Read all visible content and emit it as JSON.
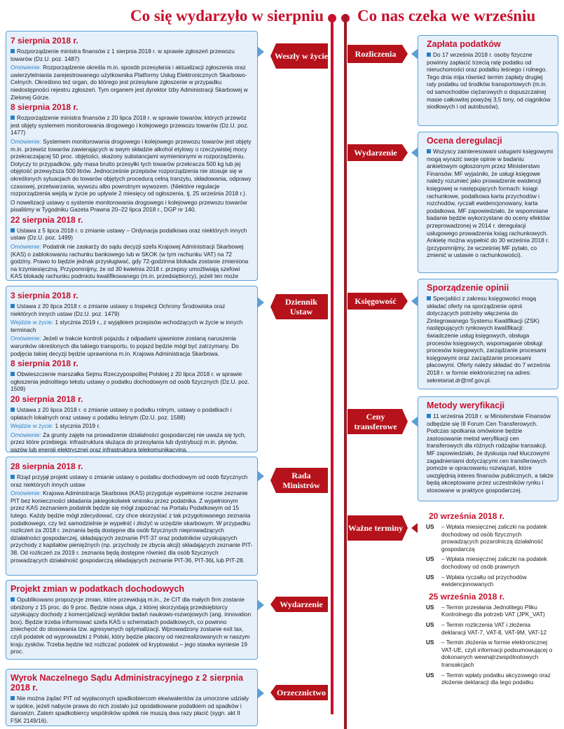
{
  "header": {
    "left_title": "Co się wydarzyło w sierpniu",
    "right_title": "Co nas czeka we wrześniu"
  },
  "labels": {
    "weszly": "Weszły w życie",
    "dziennik": "Dziennik Ustaw",
    "rada": "Rada Ministrów",
    "wydarzenie_l": "Wydarzenie",
    "orzecznictwo": "Orzecznictwo",
    "rozliczenia": "Rozliczenia",
    "wydarzenie_r": "Wydarzenie",
    "ksiegowosc": "Księgowość",
    "ceny": "Ceny transferowe",
    "wazne": "Ważne terminy"
  },
  "left": {
    "b1": {
      "d1": "7 sierpnia 2018 r.",
      "d1_p1": "Rozporządzenie ministra finansów z 1 sierpnia 2018 r. w sprawie zgłoszeń przewozu towarów (Dz.U. poz. 1487)",
      "d1_p2_tag": "Omówienie:",
      "d1_p2": "Rozporządzenie określa m.in. sposób przesyłania i aktualizacji zgłoszenia oraz uwierzytelniania zarejestrowanego użytkownika Platformy Usług Elektronicznych Skarbowo-Celnych. Określono też organ, do którego jest przesyłane zgłoszenie w przypadku niedostępności rejestru zgłoszeń. Tym organem jest dyrektor Izby Administracji Skarbowej w Zielonej Górze.",
      "d2": "8 sierpnia 2018 r.",
      "d2_p1": "Rozporządzenie ministra finansów z 20 lipca 2018 r. w sprawie towarów, których przewóz jest objęty systemem monitorowania drogowego i kolejowego przewozu towarów (Dz.U. poz. 1477)",
      "d2_p2_tag": "Omówienie:",
      "d2_p2": "Systemem monitorowania drogowego i kolejowego przewozu towarów jest objęty m.in. przewóz towarów zawierających w swym składzie alkohol etylowy o rzeczywistej mocy przekraczającej 50 proc. objętości, skażony substancjami wymienionymi w rozporządzeniu. Dotyczy to przypadków, gdy masa brutto przesyłki tych towarów przekracza 500 kg lub jej objętość przewyższa 500 litrów. Jednocześnie przepisów rozporządzenia nie stosuje się w określonych sytuacjach do towarów objętych procedurą celną tranzytu, składowania, odprawy czasowej, przetwarzania, wywozu albo powrotnym wywozem. (Niektóre regulacje rozporządzenia wejdą w życie po upływie 2 miesięcy od ogłoszenia, tj. 25 września 2018 r.).",
      "d2_p3": "O nowelizacji ustawy o systemie monitorowania drogowego i kolejowego przewozu towarów pisaliśmy w Tygodniku Gazeta Prawna 20–22 lipca 2018 r., DGP nr 140.",
      "d3": "22 sierpnia 2018 r.",
      "d3_p1": "Ustawa z 5 lipca 2018 r. o zmianie ustawy – Ordynacja podatkowa oraz niektórych innych ustaw (Dz.U. poz. 1499)",
      "d3_p2_tag": "Omówienie:",
      "d3_p2": "Podatnik nie zaskarży do sądu decyzji szefa Krajowej Administracji Skarbowej (KAS) o zablokowaniu rachunku bankowego lub w SKOK (w tym rachunku VAT) na 72 godziny. Prawo to będzie jednak przysługiwać, gdy 72-godzinna blokada zostanie zmieniona na trzymiesięczną. Przypomnijmy, że od 30 kwietnia 2018 r. przepisy umożliwiają szefowi KAS blokadę rachunku podmiotu kwalifikowanego (m.in. przedsiębiorcy), jeżeli ten może wykorzystywać banki lub SKOK-i do wyłudzeń skarbowych."
    },
    "b2": {
      "d1": "3 sierpnia 2018 r.",
      "d1_p1": "Ustawa z 20 lipca 2018 r. o zmianie ustawy o Inspekcji Ochrony Środowiska oraz niektórych innych ustaw (Dz.U. poz. 1479)",
      "d1_p2_tag": "Wejdzie w życie:",
      "d1_p2": "1 stycznia 2019 r., z wyjątkiem przepisów wchodzących w życie w innych terminach",
      "d1_p3_tag": "Omówienie:",
      "d1_p3": "Jeżeli w trakcie kontroli pojazdu z odpadami ujawnione zostaną naruszenia warunków określonych dla takiego transportu, to pojazd będzie mógł być zatrzymany. Do podjęcia takiej decyzji będzie uprawniona m.in. Krajowa Administracja Skarbowa.",
      "d2": "8 sierpnia 2018 r.",
      "d2_p1": "Obwieszczenie marszałka Sejmu Rzeczypospolitej Polskiej z 20 lipca 2018 r. w sprawie ogłoszenia jednolitego tekstu ustawy o podatku dochodowym od osób fizycznych (Dz.U. poz. 1509)",
      "d3": "20 sierpnia 2018 r.",
      "d3_p1": "Ustawa z 20 lipca 2018 r. o zmianie ustawy o podatku rolnym, ustawy o podatkach i opłatach lokalnych oraz ustawy o podatku leśnym (Dz.U. poz. 1588)",
      "d3_p2_tag": "Wejdzie w życie:",
      "d3_p2": "1 stycznia 2019 r.",
      "d3_p3_tag": "Omówienie:",
      "d3_p3": "Za grunty zajęte na prowadzenie działalności gospodarczej nie uważa się tych, przez które przebiega: infrastruktura służąca do przesyłania lub dystrybucji m.in. płynów, gazów lub energii elektrycznej oraz infrastruktura telekomunikacyjna."
    },
    "b3": {
      "d1": "28 sierpnia 2018 r.",
      "d1_p1": "Rząd przyjął projekt ustawy o zmianie ustawy o podatku dochodowym od osób fizycznych oraz niektórych innych ustaw",
      "d1_p2_tag": "Omówienie:",
      "d1_p2": "Krajowa Administracja Skarbowa (KAS) przygotuje wypełnione roczne zeznanie PIT bez konieczności składania jakiegokolwiek wniosku przez podatnika. Z wypełnionym przez KAS zeznaniem podatnik będzie się mógł zapoznać na Portalu Podatkowym od 15 lutego. Każdy będzie mógł zdecydować, czy chce skorzystać z tak przygotowanego zeznania podatkowego, czy też samodzielnie je wypełnić i złożyć w urzędzie skarbowym. W przypadku rozliczeń za 2018 r. zeznania będą dostępne dla osób fizycznych nieprowadzących działalności gospodarczej, składających zeznanie PIT-37 oraz podatników uzyskujących przychody z kapitałów pieniężnych (np. przychody ze zbycia akcji) składających zeznanie PIT-38. Od rozliczeń za 2019 r. zeznania będą dostępne również dla osób fizycznych prowadzących działalność gospodarczą składających zeznanie PIT-36, PIT-36L lub PIT-28."
    },
    "b4": {
      "title": "Projekt zmian w podatkach dochodowych",
      "p1": "Opublikowano propozycje zmian, które przewidują m.in., że CIT dla małych firm zostanie obniżony z 15 proc. do 9 proc. Będzie nowa ulga, z której skorzystają przedsiębiorcy uzyskujący dochody z komercjalizacji wyników badań naukowo-rozwojowych (ang. innovation box). Będzie trzeba informować szefa KAS o schematach podatkowych, co powinno zniechęcić do stosowania tzw. agresywnych optymalizacji. Wprowadzony zostanie exit tax, czyli podatek od wyprowadzki z Polski, który będzie płacony od niezrealizowanych w naszym kraju zysków. Trzeba będzie też rozliczać podatek od kryptowalut – jego stawka wyniesie 19 proc."
    },
    "b5": {
      "title": "Wyrok Naczelnego Sądu Administracyjnego z 2 sierpnia 2018 r.",
      "p1": "Nie można żądać PIT od wypłaconych spadkobiercom ekwiwalentów za umorzone udziały w spółce, jeżeli nabycie prawa do nich zostało już opodatkowane podatkiem od spadków i darowizn. Zatem spadkobiercy wspólników spółek nie muszą dwa razy płacić (sygn. akt II FSK 2149/16)."
    }
  },
  "right": {
    "r1": {
      "title": "Zapłata podatków",
      "p1": "Do 17 września 2018 r. osoby fizyczne powinny zapłacić trzecią ratę podatku od nieruchomości oraz podatku leśnego i rolnego. Tego dnia mija również termin zapłaty drugiej raty podatku od środków transportowych (m.in. od samochodów ciężarowych o dopuszczalnej masie całkowitej powyżej 3,5 tony, od ciągników siodłowych i od autobusów)."
    },
    "r2": {
      "title": "Ocena deregulacji",
      "p1": "Wszyscy zainteresowani usługami księgowymi mogą wyrazić swoje opinie w badaniu ankietowym ogłoszonym przez Ministerstwo Finansów. MF wyjaśniło, że usługi księgowe należy rozumieć jako prowadzenie ewidencji księgowej w następujących formach: ksiągi rachunkowe, podatkowa karta przychodów i rozchodów, ryczałt ewidencjonowany, karta podatkowa. MF zapowiedziało, że wspomniane badanie będzie wykorzystane do oceny efektów przeprowadzonej w 2014 r. deregulacji usługowego prowadzenia ksiąg rachunkowych. Ankietę można wypełnić do 30 września 2018 r. (przypomnijmy, że wcześniej MF pytało, co zmienić w ustawie o rachunkowości)."
    },
    "r3": {
      "title": "Sporządzenie opinii",
      "p1": "Specjaliści z zakresu księgowości mogą składać oferty na sporządzenie opinii dotyczących potrzeby włączenia do Zintegrowanego Systemu Kwalifikacji (ZSK) następujących rynkowych kwalifikacji: świadczenie usług księgowych, obsługa procesów księgowych, wspomaganie obsługi procesów księgowych, zarządzanie procesami księgowymi oraz zarządzanie procesami płacowymi. Oferty należy składać do 7 września 2018 r. w formie elektronicznej na adres: sekretariat.dr@mf.gov.pl."
    },
    "r4": {
      "title": "Metody weryfikacji",
      "p1": "11 września 2018 r. w Ministerstwie Finansów odbędzie się III Forum Cen Transferowych. Podczas spotkania omówione będzie zastosowanie metod weryfikacji cen transferowych dla różnych rodzajów transakcji. MF zapowiedziało, że dyskusja nad kluczowymi zagadnieniami dotyczącymi cen transferowych pomoże w opracowaniu rozwiązań, które uwzględnią interes finansów publicznych, a także będą akceptowane przez uczestników rynku i stosowane w praktyce gospodarczej."
    },
    "r5": {
      "d1": "20 września 2018 r.",
      "d1_items": [
        {
          "k": "US",
          "v": "– Wpłata miesięcznej zaliczki na podatek dochodowy od osób fizycznych prowadzących pozarolniczą działalność gospodarczą"
        },
        {
          "k": "US",
          "v": "– Wpłata miesięcznej zaliczki na podatek dochodowy od osób prawnych"
        },
        {
          "k": "US",
          "v": "– Wpłata ryczałtu od przychodów ewidencjonowanych"
        }
      ],
      "d2": "25 września 2018 r.",
      "d2_items": [
        {
          "k": "US",
          "v": "– Termin przesłania Jednolitego Pliku Kontrolnego dla potrzeb VAT (JPK_VAT)"
        },
        {
          "k": "US",
          "v": "– Termin rozliczenia VAT i złożenia deklaracji VAT-7, VAT-8, VAT-9M, VAT-12"
        },
        {
          "k": "US",
          "v": "– Termin złożenia w formie elektronicznej VAT-UE, czyli informacji podsumowującej o dokonanych wewnątrzwspólnotowych transakcjach"
        },
        {
          "k": "US",
          "v": "– Termin wpłaty podatku akcyzowego oraz złożenie deklaracji dla tego podatku"
        }
      ]
    }
  },
  "colors": {
    "accent": "#c8102e",
    "label_bg": "#b5121b",
    "box_border": "#5aa0d6",
    "box_bg": "#e6f0fa",
    "tag": "#2a7fc4"
  }
}
